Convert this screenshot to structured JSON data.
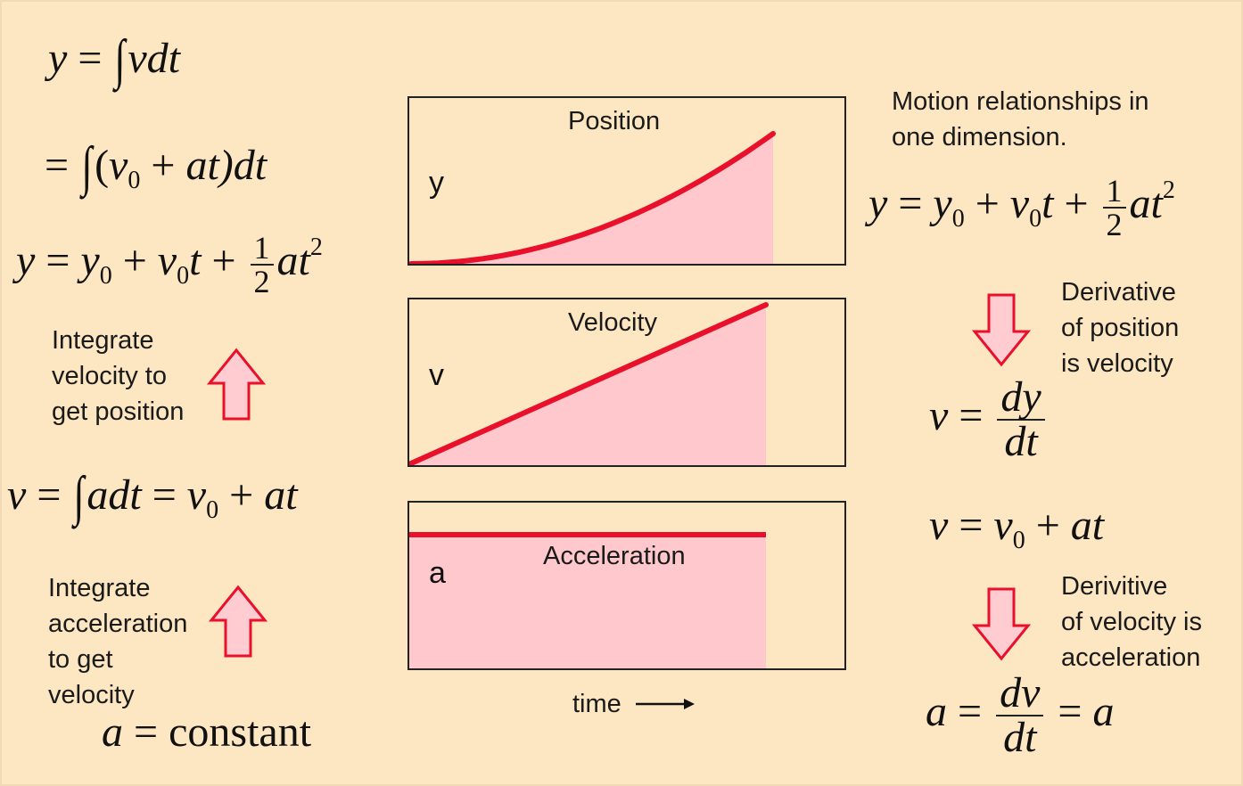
{
  "colors": {
    "background": "#fde6c2",
    "curve": "#e8102a",
    "fill": "#ffc8cc",
    "arrow_fill": "#ffccd2",
    "arrow_stroke": "#e8102a"
  },
  "left": {
    "eq1": {
      "lhs": "y",
      "op": "=",
      "integral": "∫",
      "body": "vdt"
    },
    "eq2": {
      "op": "=",
      "integral": "∫",
      "open": "(",
      "v": "v",
      "v_sub": "0",
      "plus": "+",
      "at": "at",
      "close": ")dt"
    },
    "eq3": {
      "y": "y",
      "op": "=",
      "y0": "y",
      "y0_sub": "0",
      "plus1": "+",
      "v0": "v",
      "v0_sub": "0",
      "t": "t",
      "plus2": "+",
      "num": "1",
      "den": "2",
      "at": "at",
      "exp": "2"
    },
    "note1": [
      "Integrate",
      "velocity to",
      "get position"
    ],
    "eq4": {
      "v": "v",
      "op": "=",
      "integral": "∫",
      "body": "adt",
      "op2": "=",
      "v0": "v",
      "v0_sub": "0",
      "plus": "+",
      "at": "at"
    },
    "note2": [
      "Integrate",
      "acceleration",
      "to get",
      "velocity"
    ],
    "eq5": {
      "a": "a",
      "op": "=",
      "word": "constant"
    }
  },
  "plots": [
    {
      "title": "Position",
      "var": "y",
      "shape": "parabola"
    },
    {
      "title": "Velocity",
      "var": "v",
      "shape": "linear"
    },
    {
      "title": "Acceleration",
      "var": "a",
      "shape": "constant"
    }
  ],
  "time_label": "time",
  "right": {
    "caption": [
      "Motion relationships in",
      "one dimension."
    ],
    "eq1": {
      "y": "y",
      "op": "=",
      "y0": "y",
      "y0_sub": "0",
      "plus1": "+",
      "v0": "v",
      "v0_sub": "0",
      "t": "t",
      "plus2": "+",
      "num": "1",
      "den": "2",
      "at": "at",
      "exp": "2"
    },
    "note1": [
      "Derivative",
      "of position",
      "is velocity"
    ],
    "eq2": {
      "v": "v",
      "op": "=",
      "num": "dy",
      "den": "dt"
    },
    "eq3": {
      "v": "v",
      "op": "=",
      "v0": "v",
      "v0_sub": "0",
      "plus": "+",
      "at": "at"
    },
    "note2": [
      "Derivitive",
      "of velocity is",
      "acceleration"
    ],
    "eq4": {
      "a": "a",
      "op": "=",
      "num": "dv",
      "den": "dt",
      "op2": "=",
      "rhs": "a"
    }
  }
}
